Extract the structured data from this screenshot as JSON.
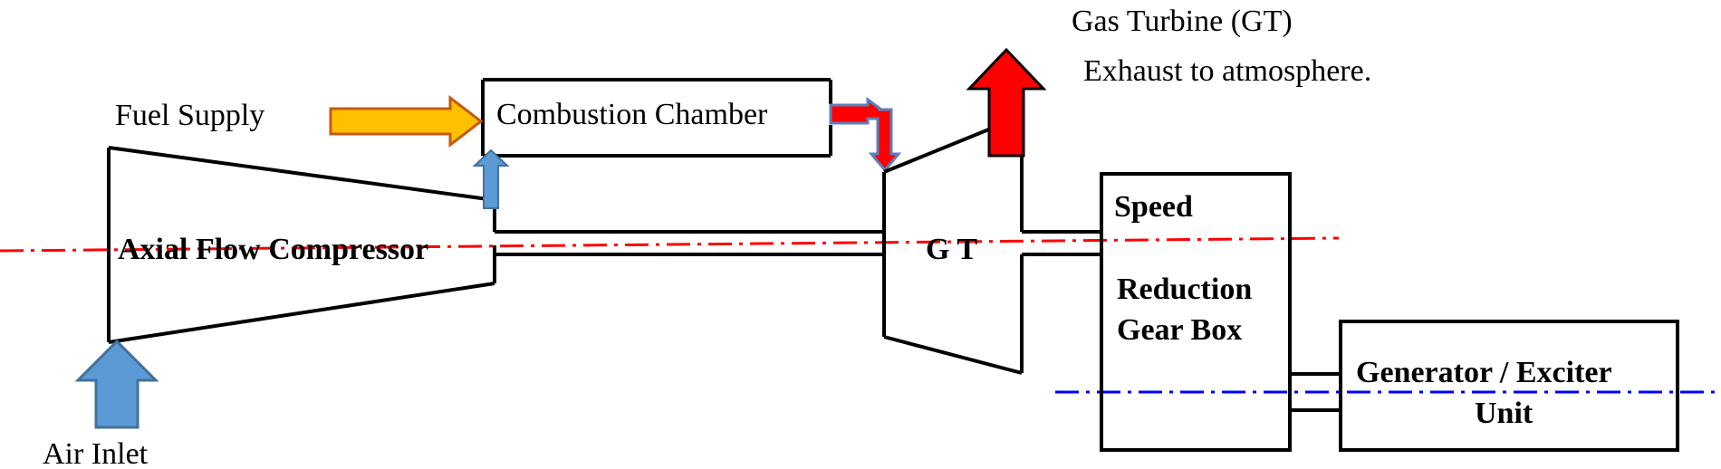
{
  "labels": {
    "fuel_supply": "Fuel Supply",
    "combustion_chamber": "Combustion Chamber",
    "gas_turbine_title": "Gas Turbine (GT)",
    "exhaust": "Exhaust to atmosphere.",
    "compressor": "Axial Flow Compressor",
    "gt": "G T",
    "gearbox_speed": "Speed",
    "gearbox_reduction": "Reduction",
    "gearbox_gear_box": "Gear Box",
    "generator_line1": "Generator / Exciter",
    "generator_line2": "Unit",
    "air_inlet": "Air Inlet"
  },
  "colors": {
    "air": "#5b9bd5",
    "air_outline": "#41719c",
    "fuel": "#ffc000",
    "fuel_outline": "#c55a11",
    "hot_gas": "#ff0000",
    "centerline_gt": "#ff0000",
    "centerline_generator": "#0000ff",
    "line": "#000000"
  }
}
